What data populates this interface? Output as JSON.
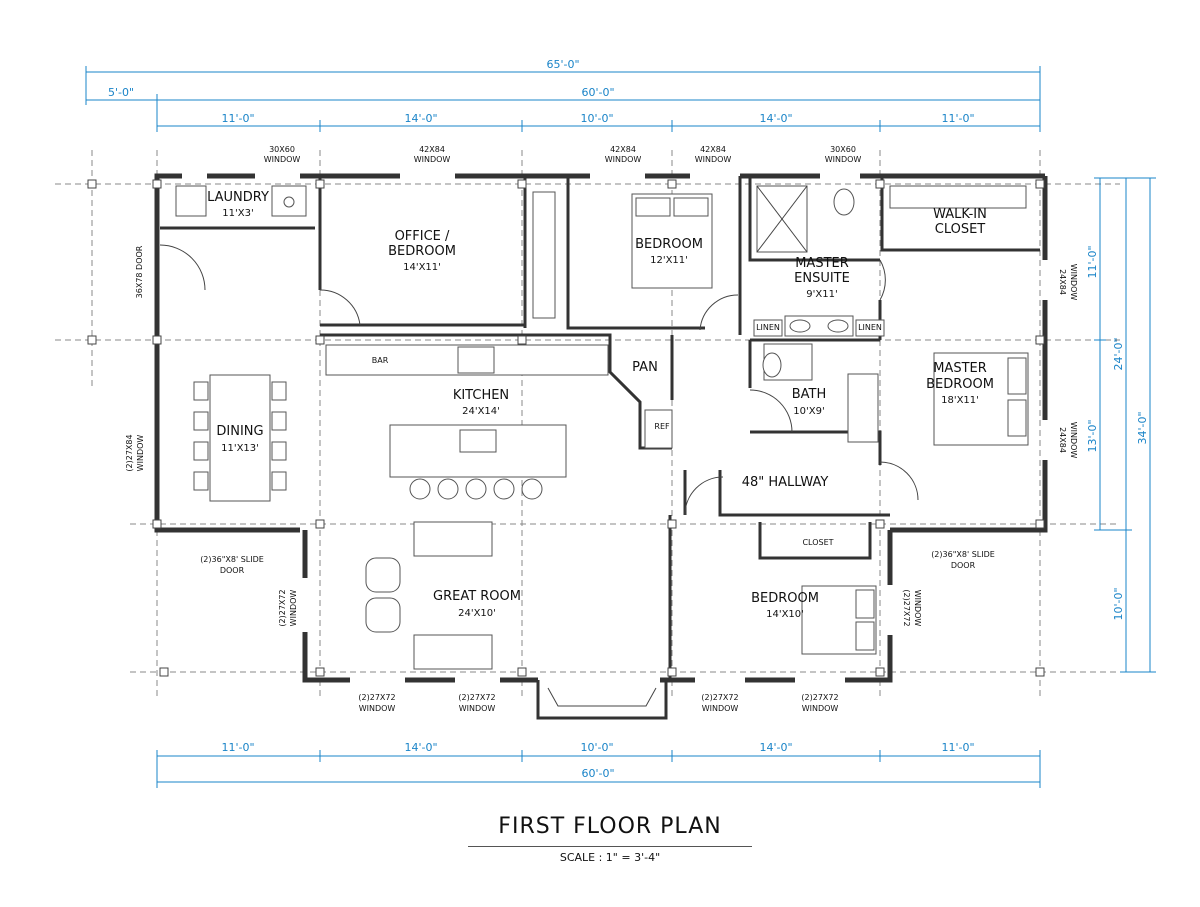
{
  "drawing": {
    "title": "FIRST FLOOR PLAN",
    "scale": "SCALE : 1\" = 3'-4\""
  },
  "dimensions": {
    "overall_width": "65'-0\"",
    "porch": "5'-0\"",
    "main_width_top": "60'-0\"",
    "main_width_bottom": "60'-0\"",
    "top_segments": [
      "11'-0\"",
      "14'-0\"",
      "10'-0\"",
      "14'-0\"",
      "11'-0\""
    ],
    "bottom_segments": [
      "11'-0\"",
      "14'-0\"",
      "10'-0\"",
      "14'-0\"",
      "11'-0\""
    ],
    "right_segments": [
      "11'-0\"",
      "13'-0\"",
      "10'-0\""
    ],
    "right_mid": "24'-0\"",
    "right_overall": "34'-0\""
  },
  "rooms": {
    "laundry": {
      "name": "LAUNDRY",
      "size": "11'X3'"
    },
    "office": {
      "name_line1": "OFFICE /",
      "name_line2": "BEDROOM",
      "size": "14'X11'"
    },
    "bedroom_top": {
      "name": "BEDROOM",
      "size": "12'X11'"
    },
    "master_ensuite": {
      "name_line1": "MASTER",
      "name_line2": "ENSUITE",
      "size": "9'X11'"
    },
    "walkin": {
      "name_line1": "WALK-IN",
      "name_line2": "CLOSET"
    },
    "pan": {
      "name": "PAN"
    },
    "ref": {
      "name": "REF"
    },
    "kitchen": {
      "name": "KITCHEN",
      "size": "24'X14'"
    },
    "bar": {
      "name": "BAR"
    },
    "dining": {
      "name": "DINING",
      "size": "11'X13'"
    },
    "bath": {
      "name": "BATH",
      "size": "10'X9'"
    },
    "master_bedroom": {
      "name_line1": "MASTER",
      "name_line2": "BEDROOM",
      "size": "18'X11'"
    },
    "hallway": {
      "name": "48\" HALLWAY"
    },
    "closet": {
      "name": "CLOSET"
    },
    "great_room": {
      "name": "GREAT ROOM",
      "size": "24'X10'"
    },
    "bedroom_bottom": {
      "name": "BEDROOM",
      "size": "14'X10'"
    },
    "linen_left": {
      "name": "LINEN"
    },
    "linen_right": {
      "name": "LINEN"
    }
  },
  "openings": {
    "top_w1": {
      "l1": "30X60",
      "l2": "WINDOW"
    },
    "top_w2": {
      "l1": "42X84",
      "l2": "WINDOW"
    },
    "top_w3": {
      "l1": "42X84",
      "l2": "WINDOW"
    },
    "top_w4": {
      "l1": "42X84",
      "l2": "WINDOW"
    },
    "top_w5": {
      "l1": "30X60",
      "l2": "WINDOW"
    },
    "left_door": "36X78 DOOR",
    "left_window": {
      "l1": "(2)27X84",
      "l2": "WINDOW"
    },
    "right_w1": {
      "l1": "24X84",
      "l2": "WINDOW"
    },
    "right_w2": {
      "l1": "24X84",
      "l2": "WINDOW"
    },
    "slide_left": {
      "l1": "(2)36\"X8' SLIDE",
      "l2": "DOOR"
    },
    "slide_right": {
      "l1": "(2)36\"X8' SLIDE",
      "l2": "DOOR"
    },
    "gr_left_window": {
      "l1": "(2)27X72",
      "l2": "WINDOW"
    },
    "br_right_window": {
      "l1": "(2)27X72",
      "l2": "WINDOW"
    },
    "bot_w1": {
      "l1": "(2)27X72",
      "l2": "WINDOW"
    },
    "bot_w2": {
      "l1": "(2)27X72",
      "l2": "WINDOW"
    },
    "bot_w3": {
      "l1": "(2)27X72",
      "l2": "WINDOW"
    },
    "bot_w4": {
      "l1": "(2)27X72",
      "l2": "WINDOW"
    }
  },
  "colors": {
    "dimension": "#1a84c8",
    "wall": "#333333"
  }
}
